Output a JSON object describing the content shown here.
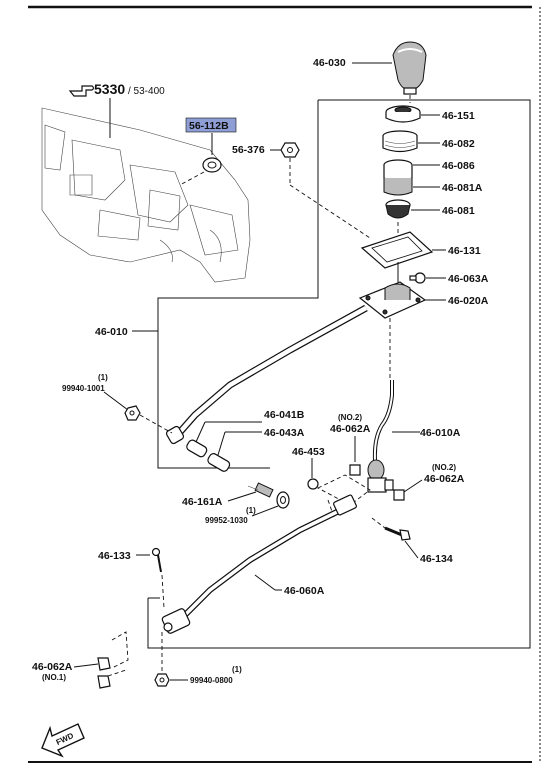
{
  "reference": {
    "section": "5330",
    "subsection": "/ 53-400"
  },
  "highlight": {
    "label": "56-112B",
    "fill": "#8f9fd6"
  },
  "labels": {
    "p46030": "46-030",
    "p46151": "46-151",
    "p46082": "46-082",
    "p46086": "46-086",
    "p46081A": "46-081A",
    "p46081": "46-081",
    "p56376": "56-376",
    "p46131": "46-131",
    "p46063A": "46-063A",
    "p46020A": "46-020A",
    "p46010": "46-010",
    "p99940_1001": "99940-1001",
    "p99940_1001_qty": "(1)",
    "p46041B": "46-041B",
    "p46043A": "46-043A",
    "p46062A_no2": "46-062A",
    "p46062A_no2_tag": "(NO.2)",
    "p46010A": "46-010A",
    "p46453": "46-453",
    "p46062A_no2b": "46-062A",
    "p46062A_no2b_tag": "(NO.2)",
    "p46161A": "46-161A",
    "p99952_1030": "99952-1030",
    "p99952_1030_qty": "(1)",
    "p46133": "46-133",
    "p46134": "46-134",
    "p46060A": "46-060A",
    "p46062A_no1": "46-062A",
    "p46062A_no1_tag": "(NO.1)",
    "p99940_0800": "99940-0800",
    "p99940_0800_qty": "(1)"
  },
  "fwd_label": "FWD",
  "icons": [
    "pointing-hand-icon",
    "fwd-arrow-icon"
  ]
}
